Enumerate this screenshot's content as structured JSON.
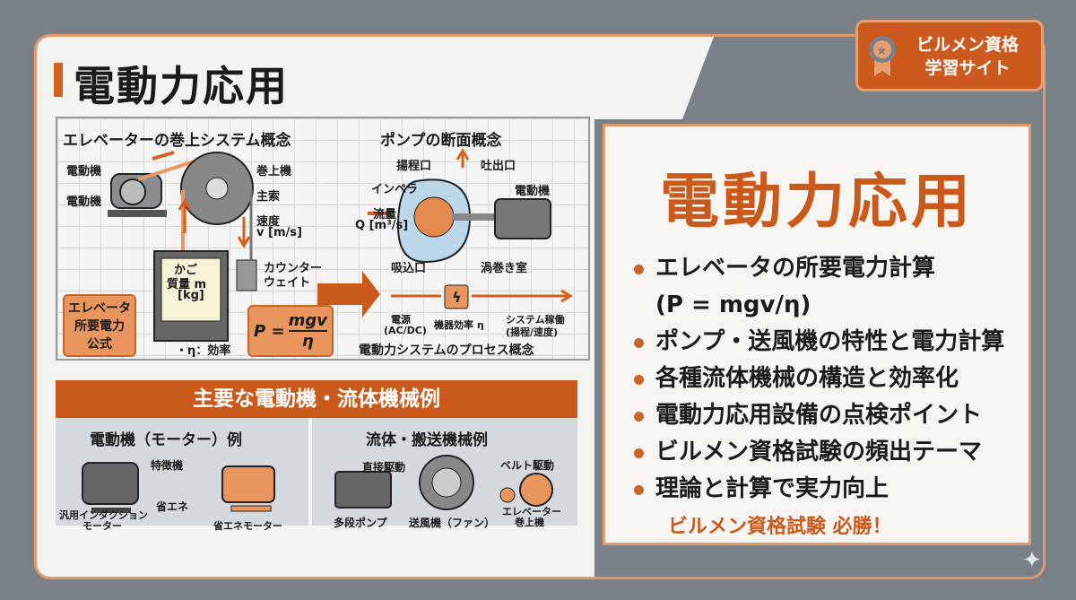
{
  "header": {
    "title": "電動力応用"
  },
  "badge": {
    "line1": "ビルメン資格",
    "line2": "学習サイト",
    "icon": "award-ribbon-icon"
  },
  "elevator": {
    "title": "エレベーターの巻上システム概念",
    "motor1": "電動機",
    "motor2": "電動機",
    "hoist": "巻上機",
    "rope": "主索",
    "speed": "速度",
    "speed_unit": "v [m/s]",
    "car1": "かご",
    "car2": "質量 m",
    "car3": "[kg]",
    "counter1": "カウンター",
    "counter2": "ウェイト",
    "formula_label": [
      "エレベータ",
      "所要電力",
      "公式"
    ],
    "eta": "・η：効率",
    "formula_num": "mgv",
    "formula_den": "η",
    "formula_lhs": "P ="
  },
  "pump": {
    "title": "ポンプの断面概念",
    "head": "揚程口",
    "outlet": "吐出口",
    "impeller": "インペラ",
    "motor": "電動機",
    "flow": "流量",
    "flow_unit": "Q [m³/s]",
    "inlet": "吸込口",
    "volute": "渦巻き室"
  },
  "process": {
    "source1": "電源",
    "source2": "(AC/DC)",
    "eff": "機器効率 η",
    "out1": "システム稼働",
    "out2": "(揚程/速度)",
    "caption": "電動力システムのプロセス概念"
  },
  "examples": {
    "title": "主要な電動機・流体機械例",
    "motors": {
      "title": "電動機（モーター）例",
      "feature": "特徴機",
      "eco": "省エネ",
      "m1a": "汎用インダクション",
      "m1b": "モーター",
      "m2": "省エネモーター"
    },
    "fluid": {
      "title": "流体・搬送機械例",
      "direct": "直接駆動",
      "belt": "ベルト駆動",
      "p1": "多段ポンプ",
      "p2": "送風機（ファン）",
      "p3a": "エレベーター",
      "p3b": "巻上機"
    }
  },
  "panel": {
    "title": "電動力応用",
    "bullets": [
      "エレベータの所要電力計算",
      "(P = mgv/η)",
      "ポンプ・送風機の特性と電力計算",
      "各種流体機械の構造と効率化",
      "電動力応用設備の点検ポイント",
      "ビルメン資格試験の頻出テーマ",
      "理論と計算で実力向上"
    ],
    "slogan": "ビルメン資格試験 必勝！"
  },
  "colors": {
    "accent": "#c95a1c",
    "bg": "#7a8087",
    "light_orange": "#e9955e"
  }
}
